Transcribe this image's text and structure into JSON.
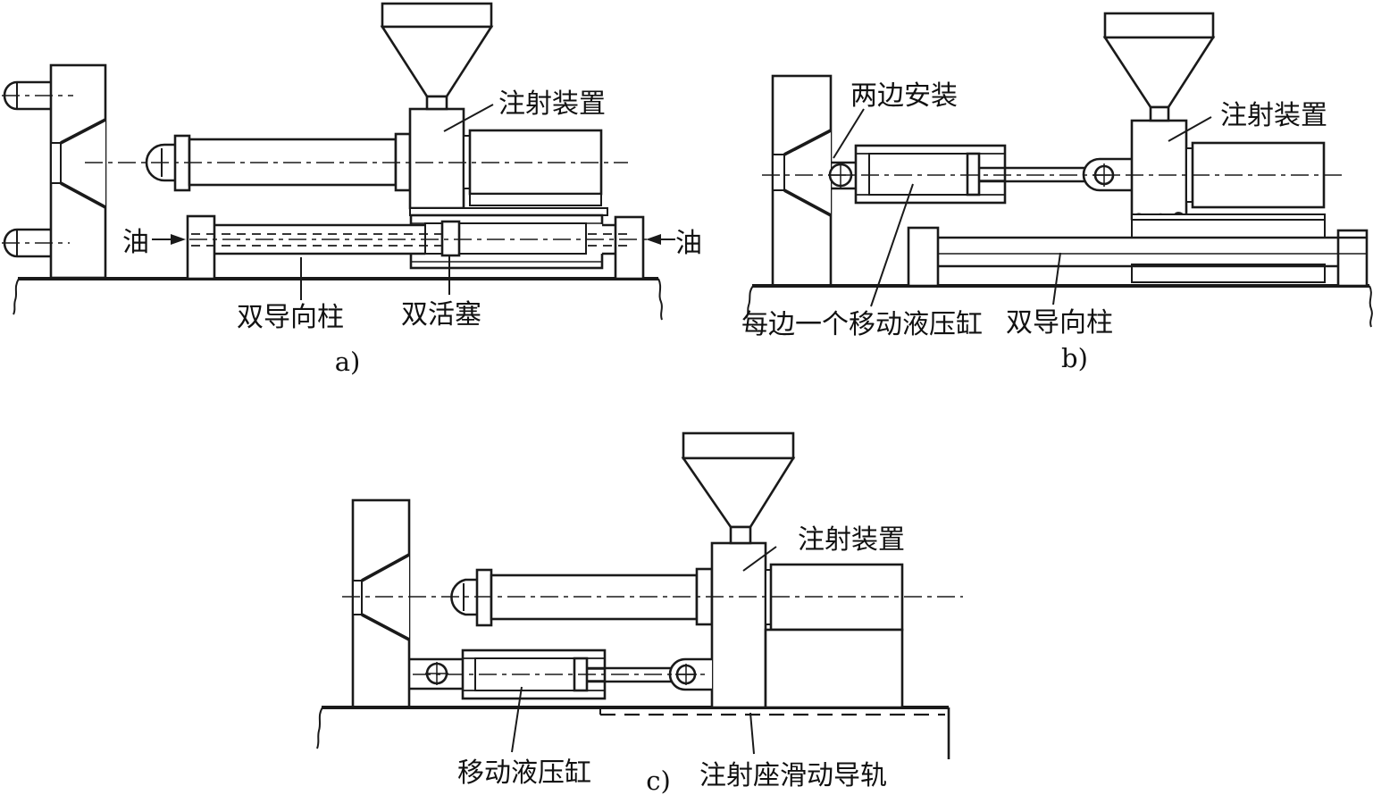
{
  "figure": {
    "type": "engineering-diagram",
    "subject": "injection unit mounting / moving arrangements",
    "colors": {
      "line": "#1a1a1a",
      "background": "#ffffff"
    }
  },
  "diagrams": {
    "a": {
      "caption": "a)",
      "labels": {
        "injection_unit": "注射装置",
        "oil_left": "油",
        "oil_right": "油",
        "double_guide_columns": "双导向柱",
        "double_piston": "双活塞"
      }
    },
    "b": {
      "caption": "b)",
      "labels": {
        "both_sides_mounting": "两边安装",
        "injection_unit": "注射装置",
        "one_cylinder_each_side": "每边一个移动液压缸",
        "double_guide_columns": "双导向柱"
      }
    },
    "c": {
      "caption": "c)",
      "labels": {
        "injection_unit": "注射装置",
        "moving_hydraulic_cylinder": "移动液压缸",
        "injection_seat_slide_rail": "注射座滑动导轨"
      }
    }
  }
}
